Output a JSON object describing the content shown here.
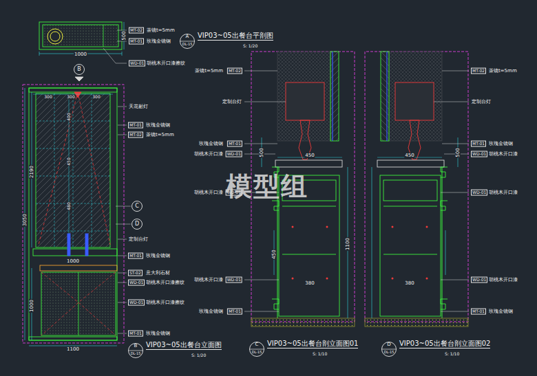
{
  "diagram": {
    "nodes": [
      {
        "text": [
          "A",
          "DL-15",
          "VIP03~05出餐台平剖图",
          "S: 1/20"
        ]
      },
      {
        "text": [
          "B"
        ]
      },
      {
        "text": [
          "B",
          "DL-15",
          "VIP03~05出餐台立面图",
          "S: 1/20"
        ]
      },
      {
        "text": [
          "C"
        ]
      },
      {
        "text": [
          "D"
        ]
      },
      {
        "text": [
          "C",
          "DL-15",
          "VIP03~05出餐台剖立面图01",
          "S: 1/10"
        ]
      },
      {
        "text": [
          "D",
          "DL-15",
          "VIP03~05出餐台剖立面图02",
          "S: 1/10"
        ]
      }
    ],
    "labels": [
      "MT-02",
      "茶镜t=5mm",
      "MT-01",
      "玫瑰金镜钢",
      "WD-01",
      "胡桃木开口漆擦纹",
      "1000",
      "500",
      "300",
      "300",
      "300",
      "2190",
      "3050",
      "1000",
      "400",
      "450",
      "480",
      "1000",
      "1100",
      "天花射灯",
      "MT-01",
      "玫瑰金镜钢",
      "MT-02",
      "茶镜t=5mm",
      "定制台灯",
      "MT-01",
      "玫瑰金镜钢",
      "ST-02",
      "意大利石材",
      "WD-01",
      "胡桃木开口漆擦纹",
      "WD-01",
      "胡桃木开口漆擦纹",
      "MT-01",
      "玫瑰金镜钢",
      "茶镜t=5mm",
      "MT-02",
      "定制台灯",
      "玫瑰金镜钢",
      "MT-01",
      "胡桃木开口漆",
      "WD-01",
      "胡桃木开口漆",
      "WD-01",
      "胡桃木开口漆",
      "WD-01",
      "玫瑰金镜钢",
      "MT-01",
      "450",
      "500",
      "1100",
      "380",
      "450",
      "MT-02",
      "茶镜t=5mm",
      "定制台灯",
      "MT-01",
      "玫瑰金镜钢",
      "WD-01",
      "胡桃木开口漆",
      "WD-01",
      "胡桃木开口漆",
      "WD-01",
      "胡桃木开口漆",
      "MT-01",
      "玫瑰金镜钢",
      "450",
      "500",
      "380",
      "模型组"
    ]
  }
}
